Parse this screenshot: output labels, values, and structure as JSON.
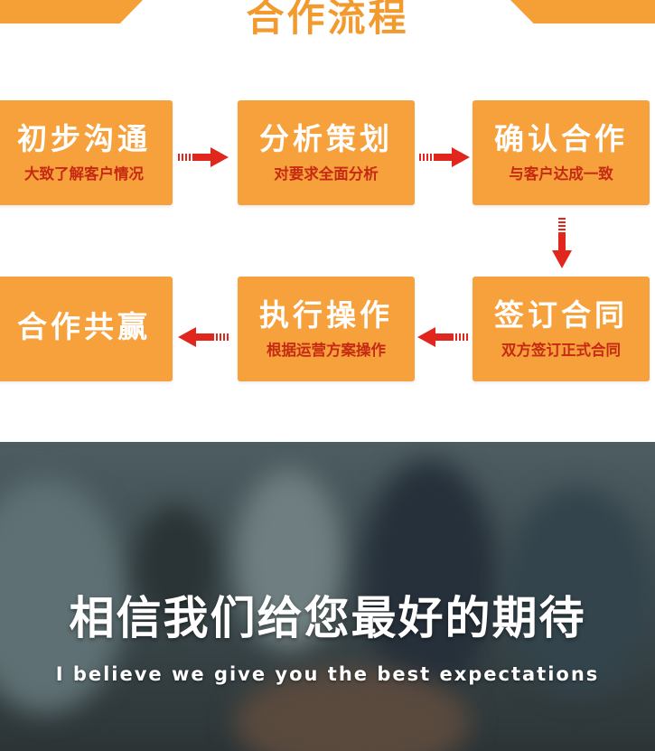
{
  "title": "合作流程",
  "steps": [
    {
      "title": "初步沟通",
      "subtitle": "大致了解客户情况"
    },
    {
      "title": "分析策划",
      "subtitle": "对要求全面分析"
    },
    {
      "title": "确认合作",
      "subtitle": "与客户达成一致"
    },
    {
      "title": "签订合同",
      "subtitle": "双方签订正式合同"
    },
    {
      "title": "执行操作",
      "subtitle": "根据运营方案操作"
    },
    {
      "title": "合作共赢",
      "subtitle": ""
    }
  ],
  "colors": {
    "box": "#f7a13d",
    "box_text": "#ffffff",
    "subtitle_text": "#c62a12",
    "arrow": "#e0261d",
    "header": "#f5a036"
  },
  "banner": {
    "title": "相信我们给您最好的期待",
    "subtitle": "I believe we give you the best expectations"
  }
}
